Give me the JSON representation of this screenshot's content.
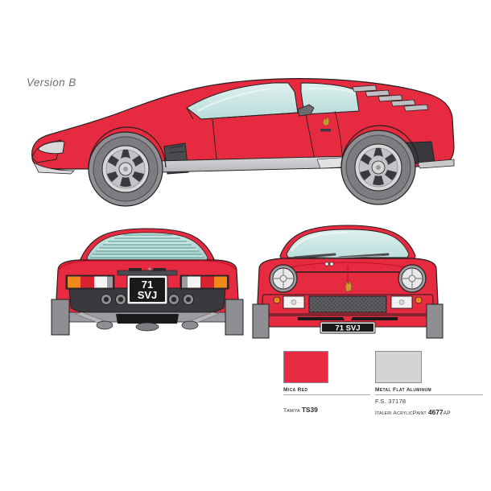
{
  "page": {
    "background_color": "#ffffff",
    "version_label": "Version B"
  },
  "palette": {
    "body_red": "#E62A40",
    "body_red_dark": "#C3122A",
    "body_red_shadow": "#B01026",
    "outline": "#231f20",
    "glass": "#CFE7E4",
    "glass_dark": "#A9CFCC",
    "silver": "#C9C9CC",
    "silver_dark": "#9C9CA1",
    "tyre": "#8E8E93",
    "tyre_dark": "#6E6E73",
    "wheel": "#D7D7DA",
    "dark_panel": "#3A3A3E",
    "black": "#1A1A1C",
    "amber": "#F0881A",
    "tail_red": "#D8232F",
    "white_lens": "#F4F4F4",
    "badge_gold": "#C79A33",
    "text_gray": "#6e6e72"
  },
  "views": {
    "side": {
      "name": "side-profile-view",
      "car": "Lamborghini Miura SVJ",
      "orientation": "left"
    },
    "rear": {
      "name": "rear-view",
      "plate_line1": "71",
      "plate_line2": "SVJ"
    },
    "front": {
      "name": "front-view",
      "plate_text": "71 SVJ"
    }
  },
  "legend": {
    "swatches": [
      {
        "id": "mica-red",
        "color": "#E62A40",
        "name": "Mica Red",
        "fs": "",
        "brand": "Tamiya ",
        "code": "TS39",
        "code_suffix": ""
      },
      {
        "id": "metal-flat-aluminum",
        "color": "#D4D4D6",
        "name": "Metal Flat Aluminum",
        "fs": "F.S. 37178",
        "brand": "Italeri AcrylicPaint ",
        "code": "4677",
        "code_suffix": "AP"
      }
    ]
  }
}
